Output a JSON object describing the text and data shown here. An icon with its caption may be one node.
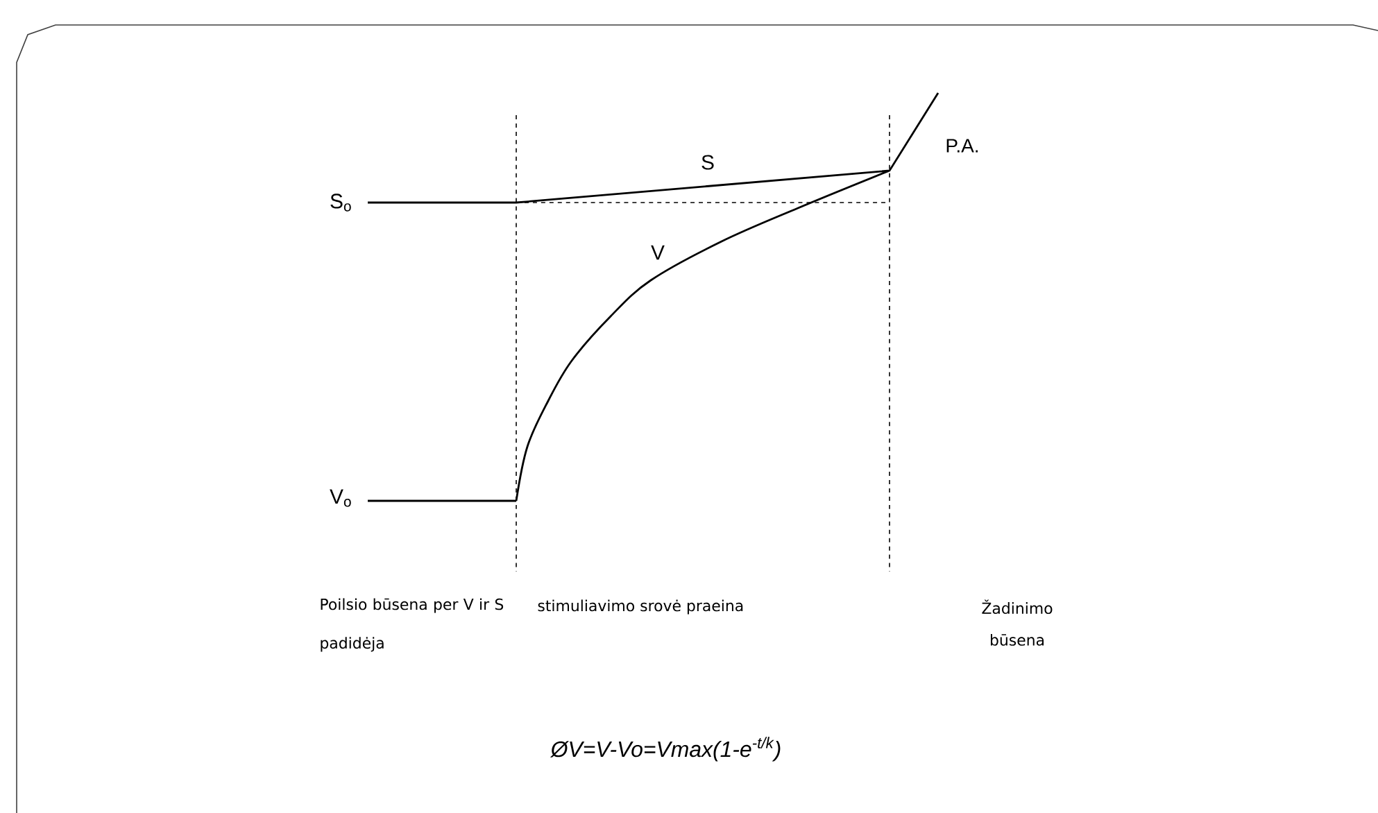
{
  "diagram": {
    "labels": [
      "S$_{o}$",
      "S",
      "P.A.",
      "V",
      "V$_{o}$",
      "Poilsio būsena per V ir S padidėja",
      "stimuliavimo srovė praeina",
      "Žadinimo būsena",
      "ØV=V-Vo=Vmax(1-e$^{-t/k}$)"
    ]
  }
}
